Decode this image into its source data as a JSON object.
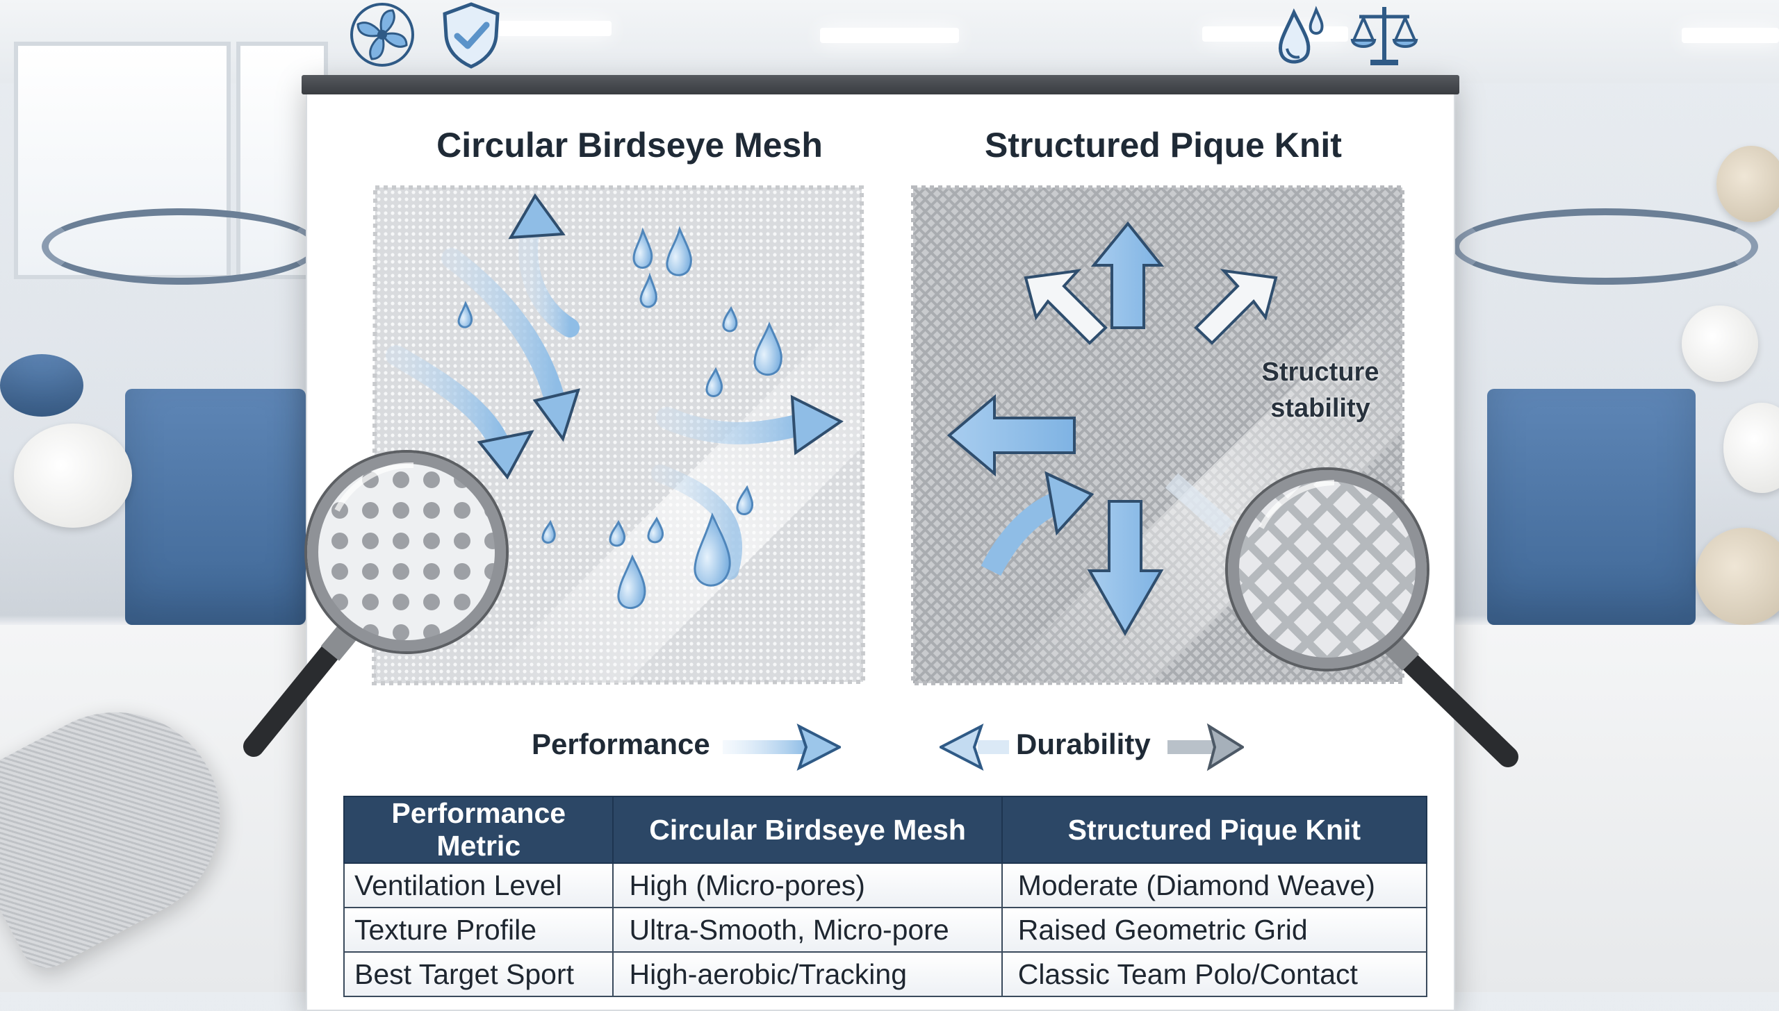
{
  "headings": {
    "left": "Circular Birdseye Mesh",
    "right": "Structured Pique Knit"
  },
  "annotation": {
    "line1": "Structure",
    "line2": "stability"
  },
  "legend_row": {
    "performance": "Performance",
    "durability": "Durability"
  },
  "icons": [
    "fan-icon",
    "shield-check-icon",
    "water-drops-icon",
    "balance-scale-icon",
    "magnifier-icon",
    "airflow-arrow-icon",
    "water-drop-icon"
  ],
  "colors": {
    "table_header": "#2c4766",
    "arrow_blue": "#8fbde6",
    "drop_blue": "#7fb3e3",
    "board": "#ffffff"
  },
  "table": {
    "headers": [
      "Performance Metric",
      "Circular Birdseye Mesh",
      "Structured Pique Knit"
    ],
    "rows": [
      [
        "Ventilation Level",
        "High (Micro-pores)",
        "Moderate (Diamond Weave)"
      ],
      [
        "Texture Profile",
        "Ultra-Smooth, Micro-pore",
        "Raised Geometric Grid"
      ],
      [
        "Best Target Sport",
        "High-aerobic/Tracking",
        "Classic Team Polo/Contact"
      ]
    ]
  }
}
